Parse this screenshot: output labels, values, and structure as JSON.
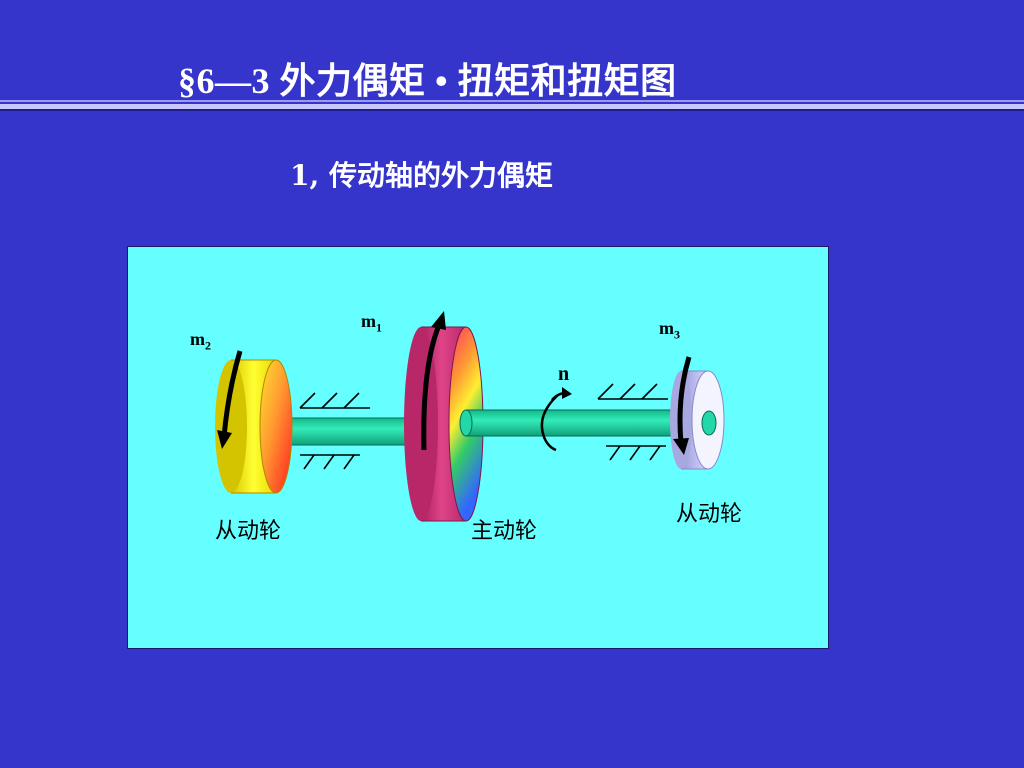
{
  "slide": {
    "title": "§6—3  外力偶矩 • 扭矩和扭矩图",
    "subtitle": "1,  传动轴的外力偶矩"
  },
  "diagram": {
    "labels": {
      "left_wheel": "从动轮",
      "center_wheel": "主动轮",
      "right_wheel": "从动轮",
      "rotation": "n"
    },
    "moments": {
      "m1": {
        "symbol": "m",
        "index": "1"
      },
      "m2": {
        "symbol": "m",
        "index": "2"
      },
      "m3": {
        "symbol": "m",
        "index": "3"
      }
    },
    "colors": {
      "background": "#3535cc",
      "panel": "#66ffff",
      "shaft": "#22d8a8",
      "main_wheel": "#cc3377",
      "left_wheel": "#ffee22",
      "right_wheel": "#ccccff"
    }
  }
}
